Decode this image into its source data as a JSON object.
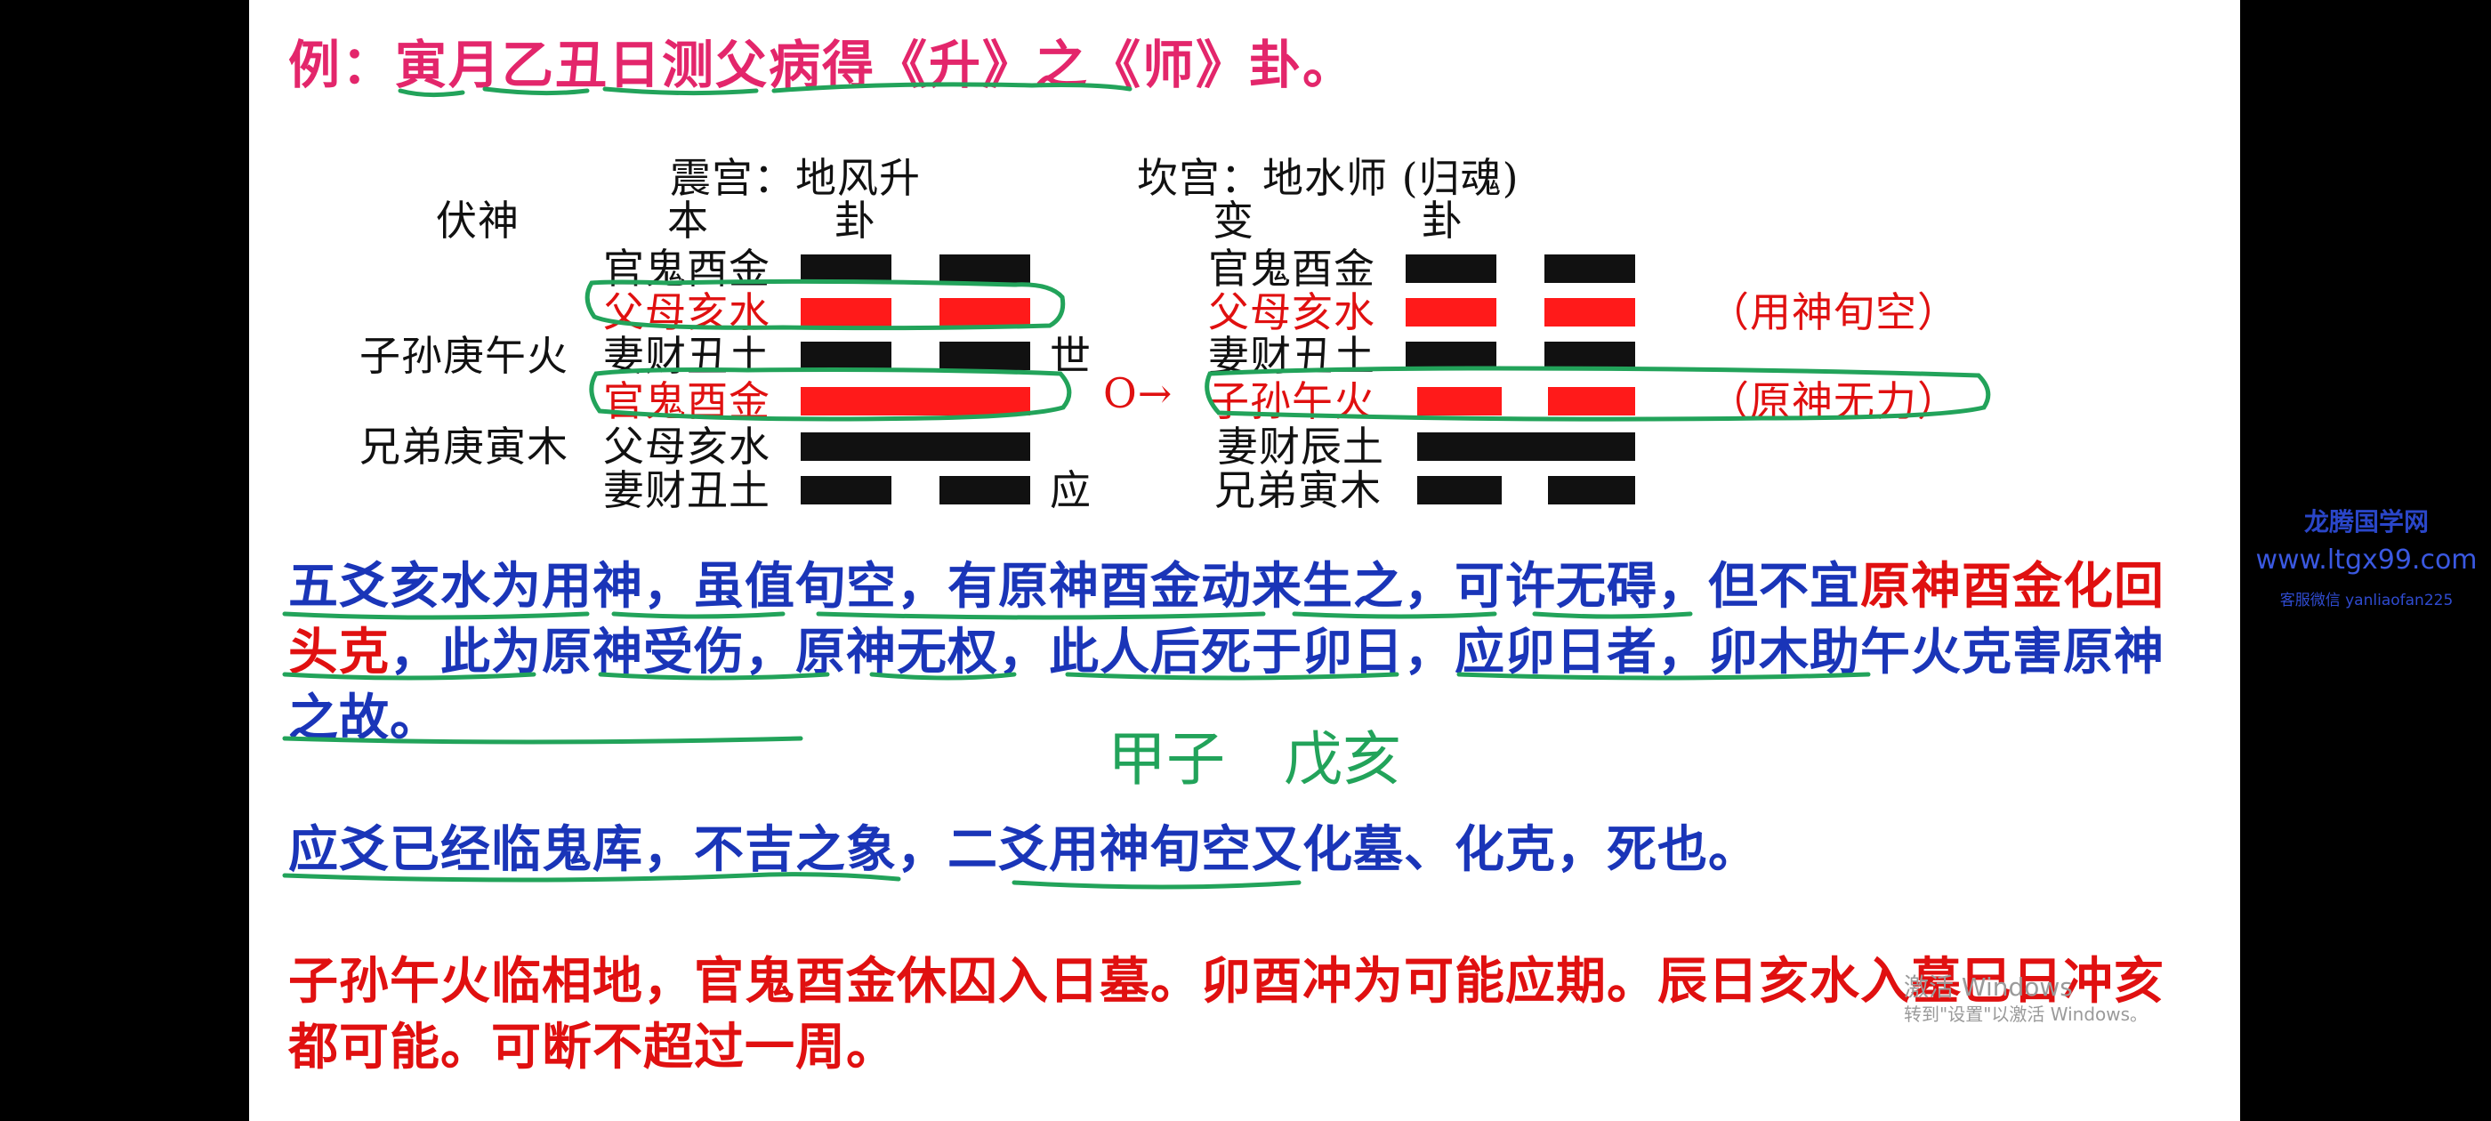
{
  "title": "例：寅月乙丑日测父病得《升》之《师》卦。",
  "headers": {
    "ben_palace": "震宫：地风升",
    "bian_palace": "坎宫：地水师 (归魂)",
    "fushen": "伏神",
    "ben_gua": "本　　　卦",
    "bian_gua": "变　　　　卦"
  },
  "fushen_items": [
    "子孙庚午火",
    "兄弟庚寅木"
  ],
  "ben_lines": [
    "官鬼酉金",
    "父母亥水",
    "妻财丑土",
    "官鬼酉金",
    "父母亥水",
    "妻财丑土"
  ],
  "bian_lines": [
    "官鬼酉金",
    "父母亥水",
    "妻财丑土",
    "子孙午火",
    "妻财辰土",
    "兄弟寅木"
  ],
  "marks": {
    "shi": "世",
    "ying": "应",
    "moving": "O→"
  },
  "notes": [
    "（用神旬空）",
    "（原神无力）"
  ],
  "colors": {
    "title": "#e3266b",
    "red_text": "#e01010",
    "blue_text": "#1a35b8",
    "red_bar": "#ff1a1a",
    "black_bar": "#111111",
    "ink_green": "#22a35a"
  },
  "paragraph1": {
    "part1": "五爻亥水为用神，虽值旬空，有原神酉金动来生之，可许无碍，但不宜",
    "part2": "原神酉金化回头克",
    "part3": "，此为原神受伤，原神无权，此人后死于卯日，应卯日者，卯木助午火克害原神之故。"
  },
  "paragraph2": "应爻已经临鬼库，不吉之象，二爻用神旬空又化墓、化克，死也。",
  "paragraph3": "子孙午火临相地，官鬼酉金休囚入日墓。卯酉冲为可能应期。辰日亥水入墓巳日冲亥都可能。可断不超过一周。",
  "handwriting": "甲子　戊亥",
  "watermark": {
    "name": "龙腾国学网",
    "url": "www.ltgx99.com",
    "contact": "客服微信 yanliaofan225"
  },
  "windows_watermark": {
    "line1": "激活 Windows",
    "line2": "转到\"设置\"以激活 Windows。"
  }
}
